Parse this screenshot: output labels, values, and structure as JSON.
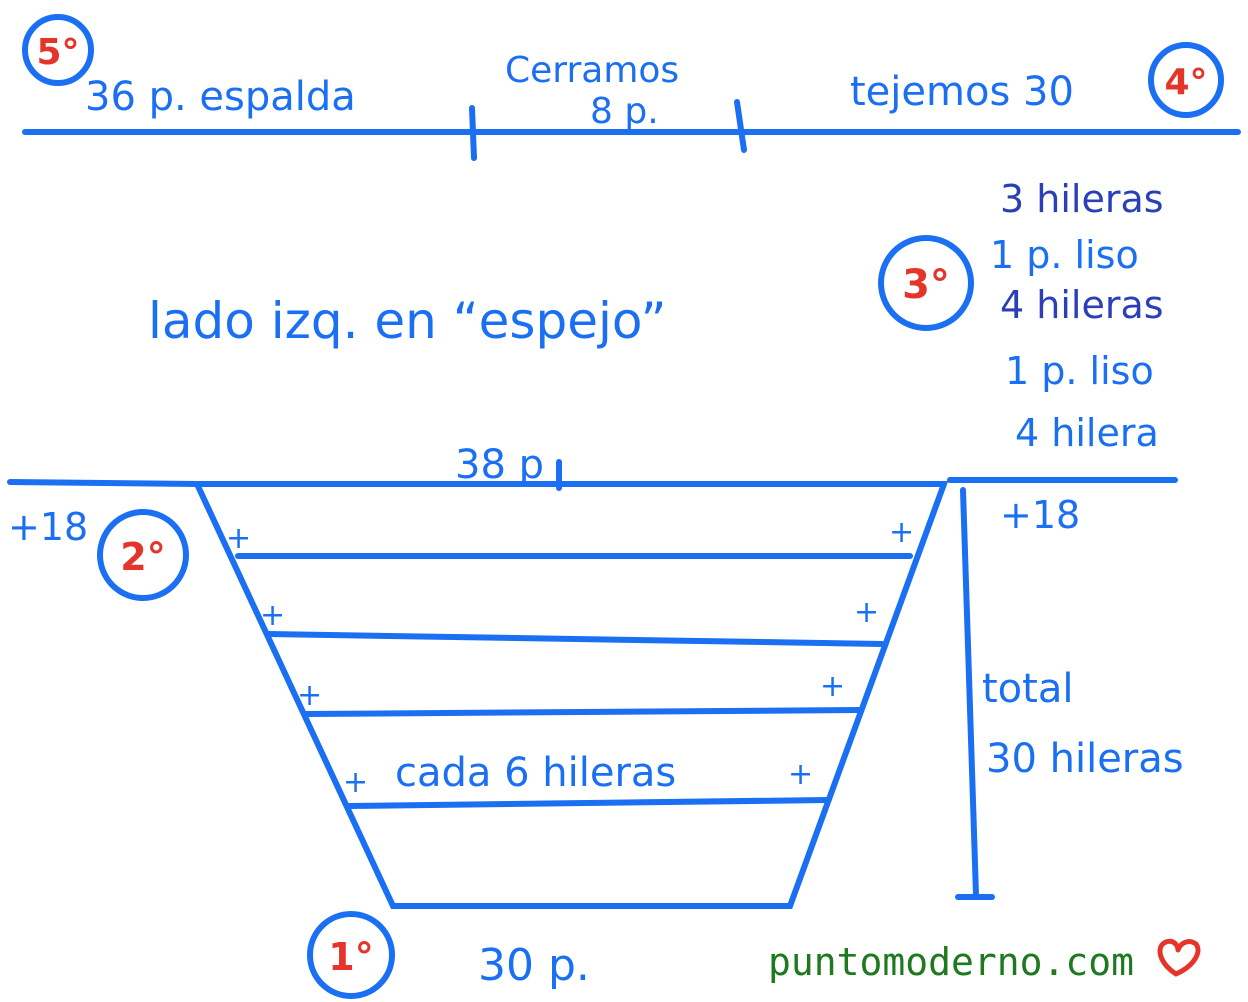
{
  "top": {
    "left_label": "36 p. espalda",
    "middle_label_line1": "Cerramos",
    "middle_label_line2": "8 p.",
    "right_label": "tejemos 30"
  },
  "steps": {
    "step1": "1°",
    "step2": "2°",
    "step3": "3°",
    "step4": "4°",
    "step5": "5°"
  },
  "colors": {
    "ink": "#1a6ff2",
    "step_number": "#e5352b",
    "site": "#1f7a1f"
  },
  "mirror_note": "lado izq. en “espejo”",
  "step3_list": [
    "3 hileras",
    "1 p. liso",
    "4 hileras",
    "1 p. liso",
    "4 hilera"
  ],
  "trapezoid": {
    "top_label": "38 p",
    "bottom_label": "30 p.",
    "left_increase": "+18",
    "right_increase": "+18",
    "plus_mark": "+",
    "middle_label": "cada 6 hileras"
  },
  "total": {
    "line1": "total",
    "line2": "30 hileras"
  },
  "site": "puntomoderno.com"
}
